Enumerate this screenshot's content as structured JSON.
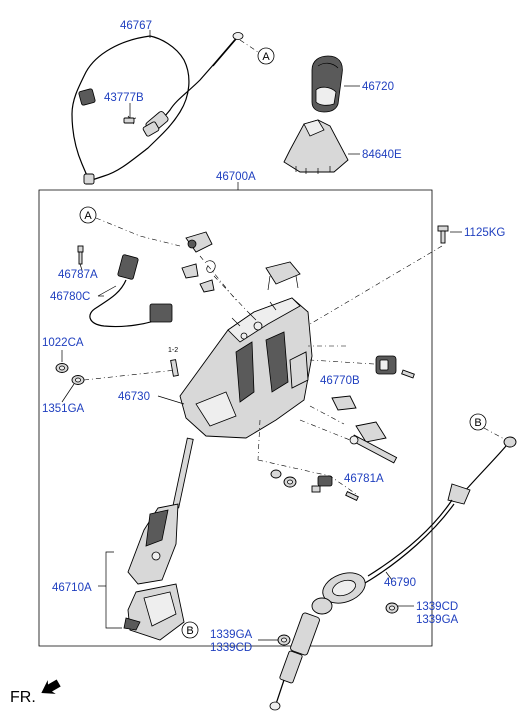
{
  "callouts": {
    "p46767": "46767",
    "p43777B": "43777B",
    "p46720": "46720",
    "p84640E": "84640E",
    "p46700A": "46700A",
    "p1125KG": "1125KG",
    "p46787A": "46787A",
    "p46780C": "46780C",
    "p1022CA": "1022CA",
    "p1351GA": "1351GA",
    "p46730": "46730",
    "p46770B": "46770B",
    "p46781A": "46781A",
    "p46710A": "46710A",
    "p46790": "46790",
    "p1339CD_right": "1339CD",
    "p1339GA_right": "1339GA",
    "p1339GA_bottom": "1339GA",
    "p1339CD_bottom": "1339CD"
  },
  "ref_letters": {
    "a_top": "A",
    "a_frame": "A",
    "b_right": "B",
    "b_frame": "B"
  },
  "orientation": {
    "label": "FR."
  },
  "annotation": {
    "scale_mark": "1-2"
  },
  "colors": {
    "callout_text": "#1f3fbf",
    "line": "#000000"
  }
}
